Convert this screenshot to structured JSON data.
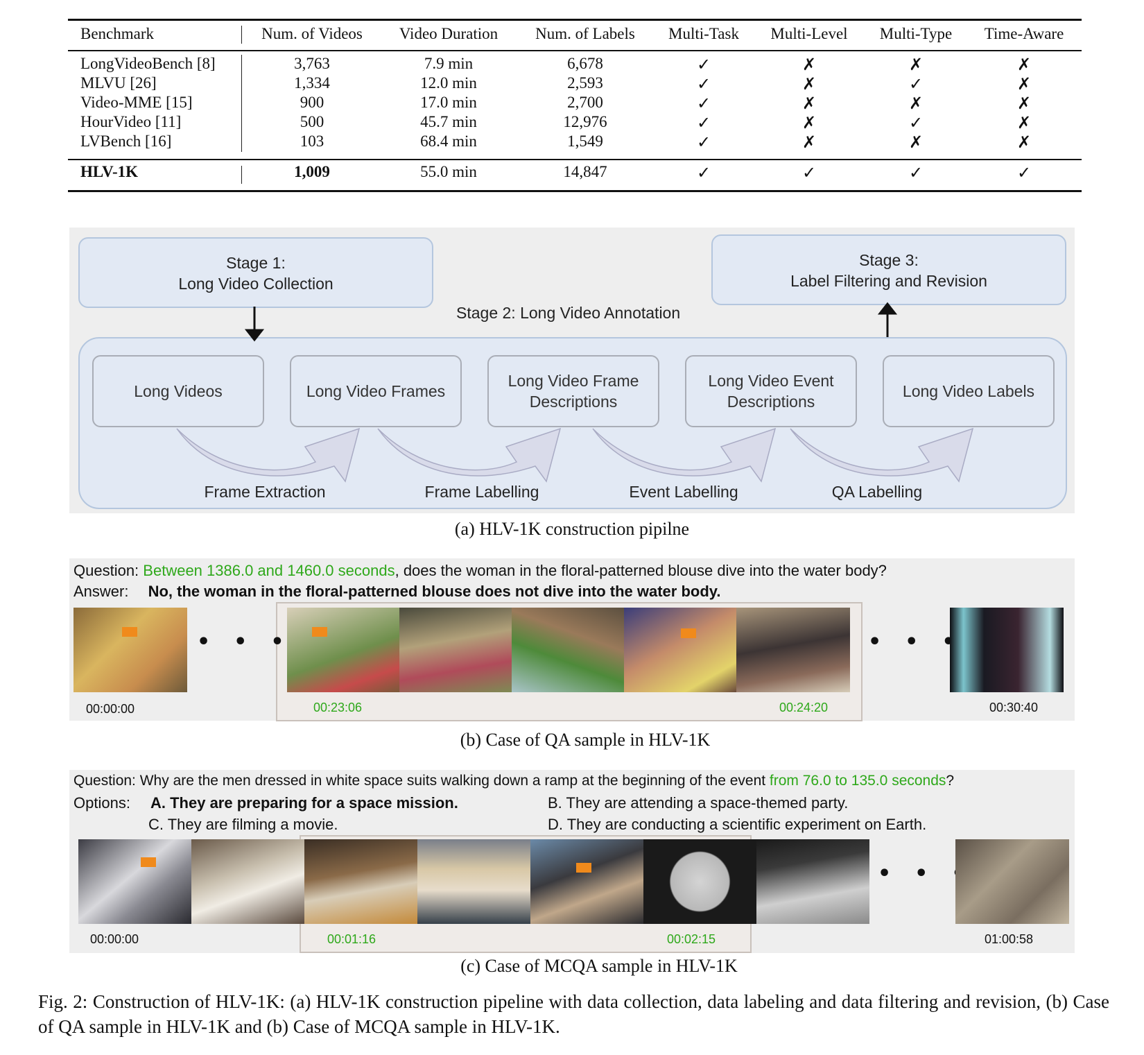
{
  "table": {
    "headers": [
      "Benchmark",
      "Num. of Videos",
      "Video Duration",
      "Num. of Labels",
      "Multi-Task",
      "Multi-Level",
      "Multi-Type",
      "Time-Aware"
    ],
    "rows": [
      [
        "LongVideoBench [8]",
        "3,763",
        "7.9 min",
        "6,678",
        "✓",
        "✗",
        "✗",
        "✗"
      ],
      [
        "MLVU [26]",
        "1,334",
        "12.0 min",
        "2,593",
        "✓",
        "✗",
        "✓",
        "✗"
      ],
      [
        "Video-MME [15]",
        "900",
        "17.0 min",
        "2,700",
        "✓",
        "✗",
        "✗",
        "✗"
      ],
      [
        "HourVideo [11]",
        "500",
        "45.7 min",
        "12,976",
        "✓",
        "✗",
        "✓",
        "✗"
      ],
      [
        "LVBench [16]",
        "103",
        "68.4 min",
        "1,549",
        "✓",
        "✗",
        "✗",
        "✗"
      ]
    ],
    "ours": [
      "HLV-1K",
      "1,009",
      "55.0 min",
      "14,847",
      "✓",
      "✓",
      "✓",
      "✓"
    ]
  },
  "pipeline": {
    "stage1": [
      "Stage 1:",
      "Long Video Collection"
    ],
    "stage2": "Stage 2: Long Video Annotation",
    "stage3": [
      "Stage 3:",
      "Label Filtering and Revision"
    ],
    "nodes": [
      [
        "Long Videos"
      ],
      [
        "Long Video Frames"
      ],
      [
        "Long Video Frame",
        "Descriptions"
      ],
      [
        "Long Video Event",
        "Descriptions"
      ],
      [
        "Long Video Labels"
      ]
    ],
    "steps": [
      "Frame  Extraction",
      "Frame  Labelling",
      "Event Labelling",
      "QA  Labelling"
    ],
    "caption": "(a) HLV-1K construction pipilne"
  },
  "qa": {
    "q_label": "Question:",
    "q_time": "Between 1386.0 and 1460.0 seconds",
    "q_rest": ", does the woman in the floral-patterned blouse dive into the water body?",
    "a_label": "Answer:",
    "answer": "No, the woman in the floral-patterned blouse does not dive into the water body.",
    "ts_start": "00:00:00",
    "ts_seg_start": "00:23:06",
    "ts_seg_end": "00:24:20",
    "ts_end": "00:30:40",
    "caption": "(b) Case of QA sample in HLV-1K"
  },
  "mcqa": {
    "q_label": "Question:",
    "q_text": "Why are the men dressed in white space suits walking down a ramp at the beginning of the event",
    "q_time": "from 76.0 to 135.0 seconds",
    "q_end": "?",
    "opt_label": "Options:",
    "opt_a": "A. They are preparing for a space mission.",
    "opt_b": "B. They are attending a space-themed party.",
    "opt_c": "C. They are filming a movie.",
    "opt_d": "D. They are conducting a scientific experiment on Earth.",
    "ts_start": "00:00:00",
    "ts_seg_start": "00:01:16",
    "ts_seg_end": "00:02:15",
    "ts_end": "01:00:58",
    "caption": "(c) Case of MCQA sample in HLV-1K"
  },
  "figure_caption": "Fig. 2: Construction of HLV-1K: (a) HLV-1K construction pipeline with data collection, data labeling and data filtering and revision, (b) Case of QA sample in HLV-1K and (b) Case of MCQA sample in HLV-1K.",
  "colors": {
    "green": "#2ea81a",
    "panel": "#eeeeee",
    "box_fill": "#e2e9f4",
    "box_border": "#b4c6de"
  }
}
